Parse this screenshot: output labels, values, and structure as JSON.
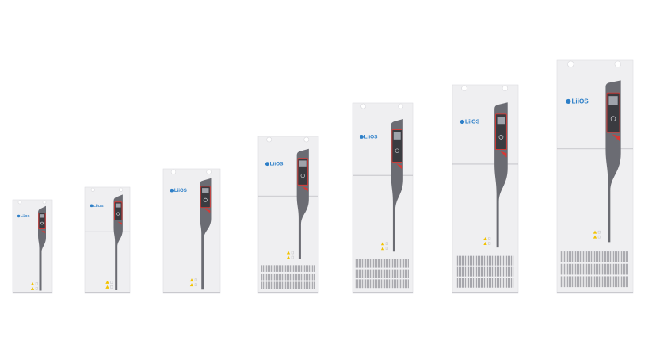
{
  "brand": {
    "logo_text": "LiiOS",
    "colors": {
      "body": "#efeff1",
      "body_shade": "#e2e2e6",
      "panel_strip": "#6b6c73",
      "keypad_frame": "#d63a36",
      "keypad_body": "#3a3b40",
      "logo_blue": "#2d7fc8",
      "warning": "#f2c200",
      "grille": "#9a9aa0"
    }
  },
  "cabinets": [
    {
      "id": "size-1",
      "vented": false
    },
    {
      "id": "size-2",
      "vented": false
    },
    {
      "id": "size-3",
      "vented": false
    },
    {
      "id": "size-4",
      "vented": true
    },
    {
      "id": "size-5",
      "vented": true
    },
    {
      "id": "size-6",
      "vented": true
    },
    {
      "id": "size-7",
      "vented": true
    }
  ]
}
